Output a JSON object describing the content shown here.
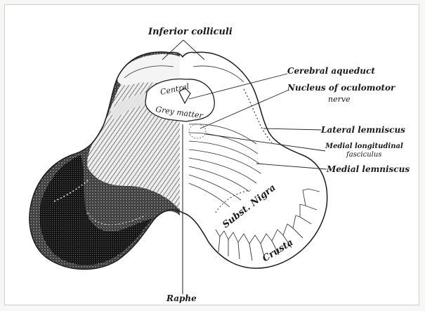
{
  "labels": {
    "inferior_colliculi": "Inferior colliculi",
    "cerebral_aqueduct": "Cerebral aqueduct",
    "nucleus_oculomotor_1": "Nucleus of oculomotor",
    "nucleus_oculomotor_2": "nerve",
    "central": "Central",
    "grey_matter": "Grey matter",
    "lateral_lemniscus": "Lateral lemniscus",
    "medial_longitudinal_1": "Medial longitudinal",
    "medial_longitudinal_2": "fasciculus",
    "medial_lemniscus": "Medial lemniscus",
    "subst_nigra": "Subst. Nigra",
    "crusta": "Crusta",
    "raphe": "Raphe"
  }
}
